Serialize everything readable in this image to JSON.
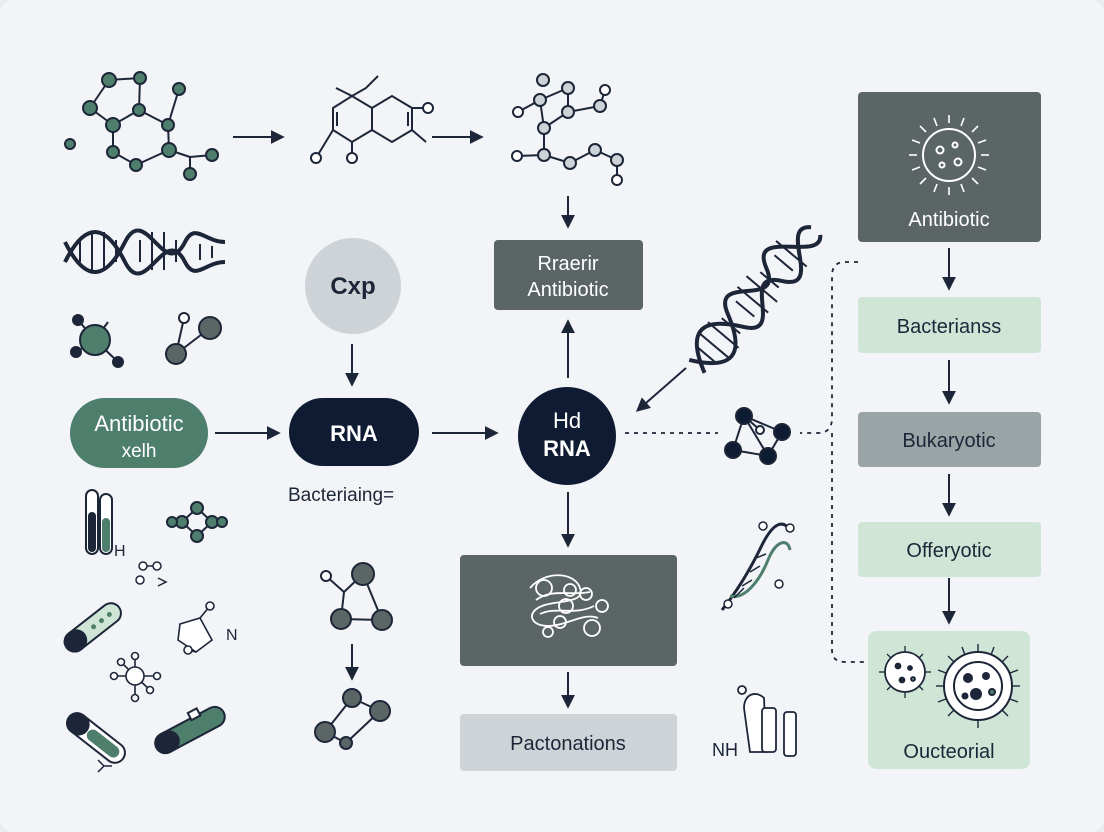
{
  "colors": {
    "background": "#f2f4f7",
    "navy": "#0f1b33",
    "slate": "#5c6566",
    "gray": "#9aa3a6",
    "light_gray": "#cdd3d6",
    "green": "#4e7e6c",
    "mint": "#cfe6d6",
    "line": "#1d2638"
  },
  "nodes": {
    "antibiotic_xelh": [
      "Antibiotic",
      "xelh"
    ],
    "cxp": "Cxp",
    "rna": "RNA",
    "bacteriaing_caption": "Bacteriaing=",
    "rraerir_antibiotic": [
      "Rraerir",
      "Antibiotic"
    ],
    "hd_rna": [
      "Hd",
      "RNA"
    ],
    "pactonations": "Pactonations",
    "nh_label": "NH",
    "h_label": "H",
    "n_label": "N"
  },
  "sidebar": {
    "antibiotic": "Antibiotic",
    "bacterianss": "Bacterianss",
    "bukaryotic": "Bukaryotic",
    "offeryotic": "Offeryotic",
    "oucteorial": "Oucteorial"
  }
}
